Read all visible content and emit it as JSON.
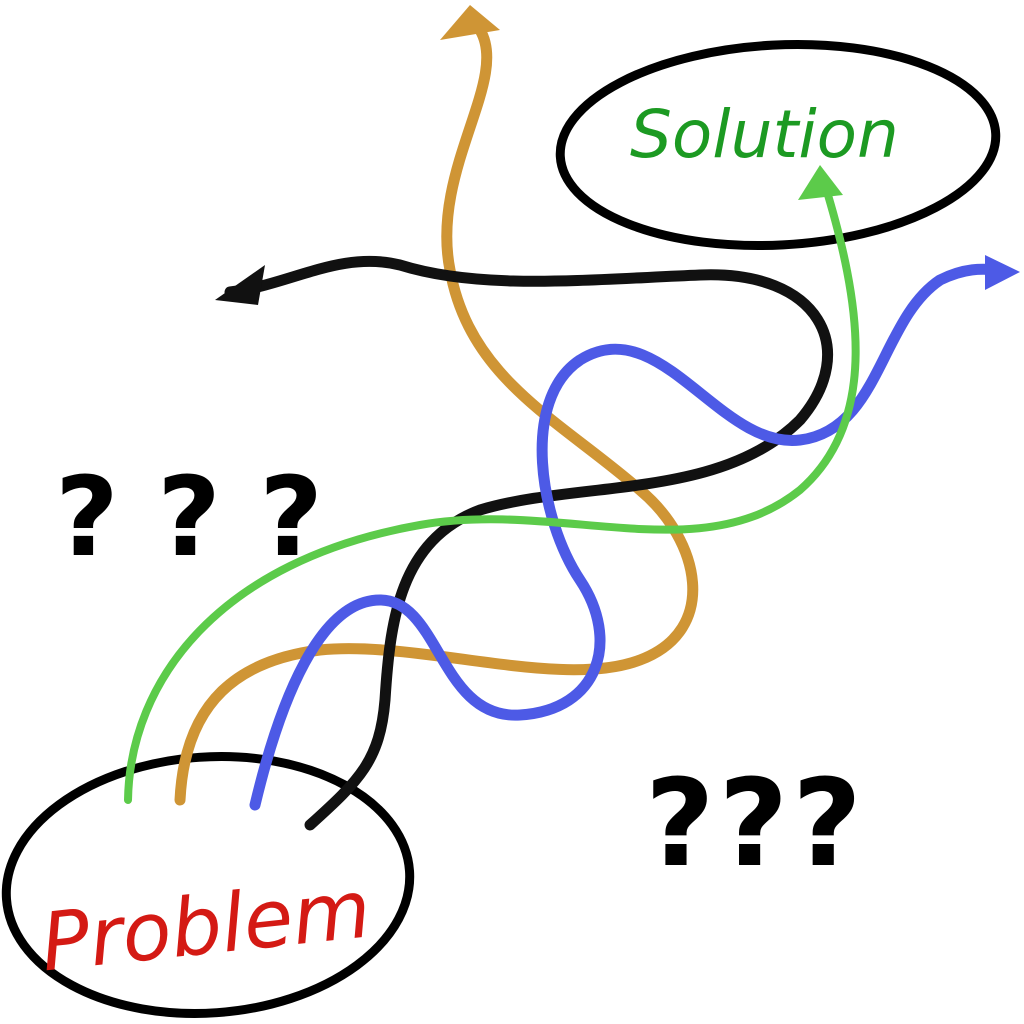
{
  "diagram": {
    "problem": {
      "label": "Problem",
      "color": "#d41a14"
    },
    "solution": {
      "label": "Solution",
      "color": "#1c9a22"
    },
    "question_marks_left": "? ? ?",
    "question_marks_right": "???",
    "paths": [
      {
        "name": "green-path",
        "color": "#5ccb4a",
        "reaches": "solution"
      },
      {
        "name": "orange-path",
        "color": "#cf9535",
        "reaches": "top"
      },
      {
        "name": "blue-path",
        "color": "#4d5ae6",
        "reaches": "right"
      },
      {
        "name": "black-path",
        "color": "#111111",
        "reaches": "left"
      }
    ],
    "outline_color": "#000000"
  }
}
